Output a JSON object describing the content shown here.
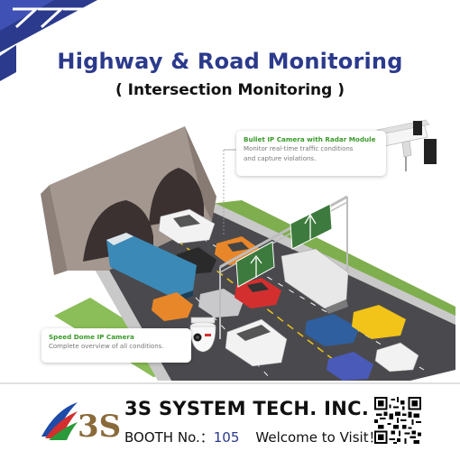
{
  "header": {
    "title": "Highway & Road Monitoring",
    "subtitle": "( Intersection Monitoring )"
  },
  "callouts": {
    "bullet": {
      "title": "Bullet IP Camera with Radar Module",
      "desc_line1": "Monitor real-time traffic conditions",
      "desc_line2": "and capture violations."
    },
    "dome": {
      "title": "Speed Dome IP Camera",
      "desc": "Complete overview of all conditions."
    }
  },
  "footer": {
    "logo_text": "3S",
    "company": "3S SYSTEM TECH. INC.",
    "booth_label": "BOOTH No.：",
    "booth_number": "105",
    "welcome": "Welcome to Visit！"
  },
  "colors": {
    "title_blue": "#2b3a8c",
    "callout_green": "#3a9a2a",
    "sign_green": "#3d7a3d",
    "road": "#4a4a4e",
    "grass": "#7fae4e",
    "tunnel_stone": "#a3978f"
  },
  "icons": {
    "corner": "chevron-stripes-icon",
    "bullet_camera": "bullet-camera-icon",
    "dome_camera": "dome-camera-icon",
    "qr": "qr-code-icon"
  }
}
